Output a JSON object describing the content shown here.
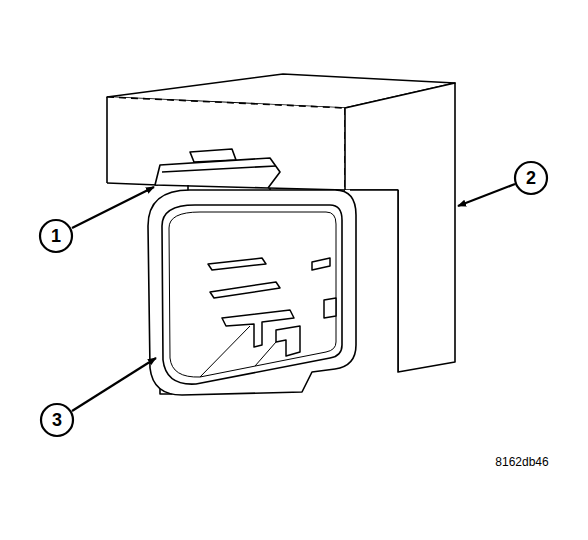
{
  "diagram": {
    "labels": [
      "1",
      "2",
      "3",
      "8162db46"
    ]
  }
}
